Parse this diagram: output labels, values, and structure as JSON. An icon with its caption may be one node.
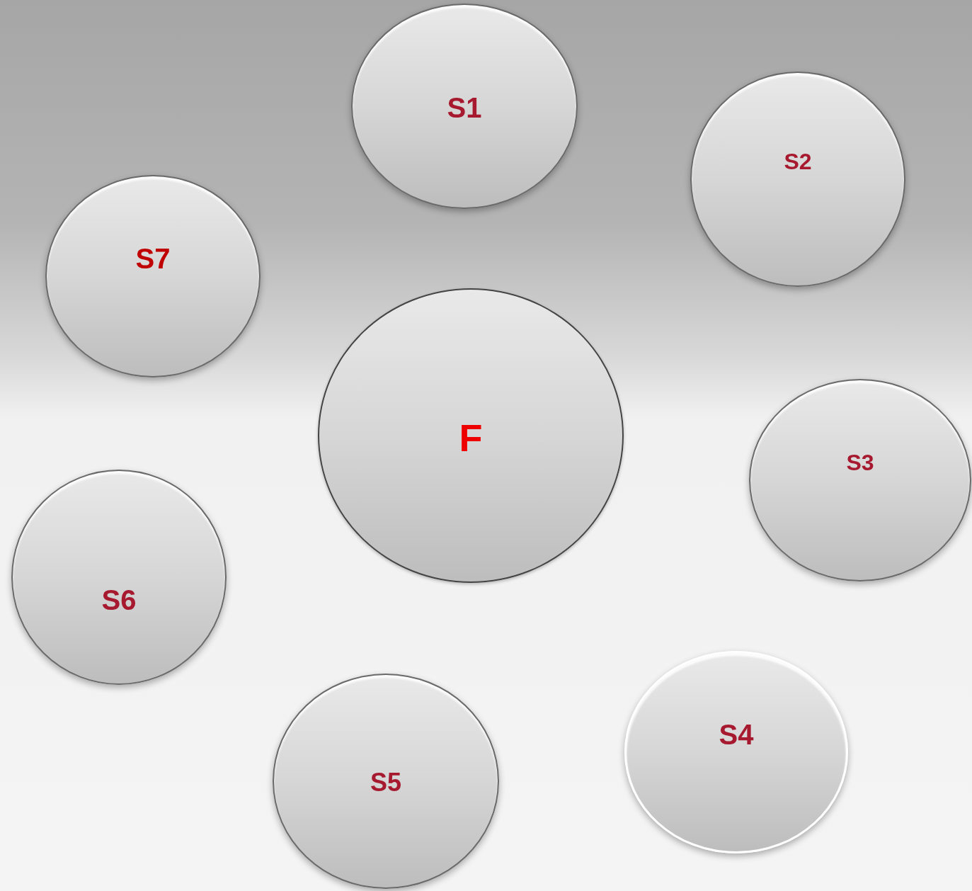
{
  "diagram": {
    "nodes": [
      {
        "text": [
          "S1"
        ]
      },
      {
        "text": [
          "S2"
        ]
      },
      {
        "text": [
          "S7"
        ]
      },
      {
        "text": [
          "F"
        ]
      },
      {
        "text": [
          "S3"
        ]
      },
      {
        "text": [
          "S6"
        ]
      },
      {
        "text": [
          "S4"
        ]
      },
      {
        "text": [
          "S5"
        ]
      }
    ]
  }
}
